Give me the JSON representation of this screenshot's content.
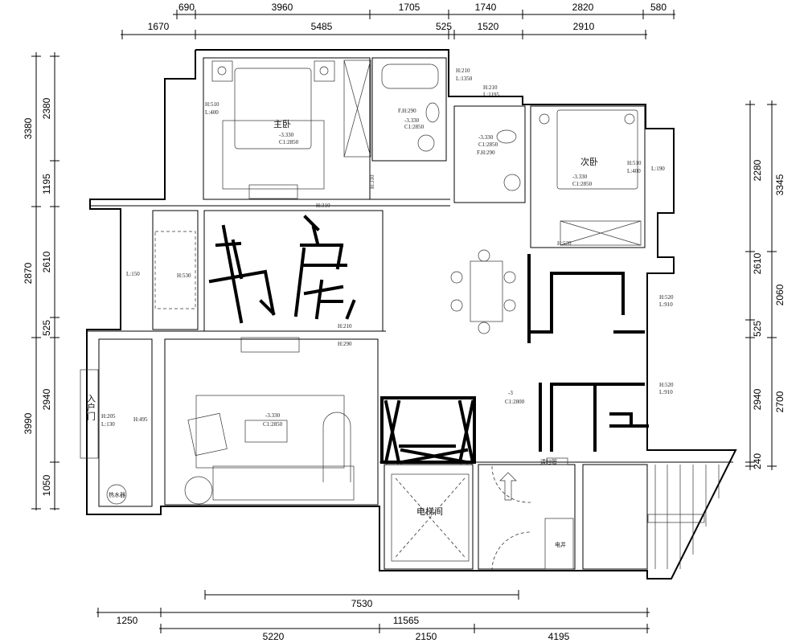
{
  "dimensions": {
    "top_outer": [
      "690",
      "3960",
      "1705",
      "1740",
      "2820",
      "580"
    ],
    "top_inner": [
      "1670",
      "5485",
      "525",
      "1520",
      "2910"
    ],
    "left_outer": [
      "3380",
      "2870",
      "3990"
    ],
    "left_inner": [
      "2380",
      "1195",
      "2610",
      "525",
      "2940",
      "1050"
    ],
    "right_inner": [
      "2280",
      "2610",
      "525",
      "2940",
      "240"
    ],
    "right_outer": [
      "3345",
      "2060",
      "2700"
    ],
    "bottom_top": "7530",
    "bottom_mid": [
      "1250",
      "11565"
    ],
    "bottom_low": [
      "5220",
      "2150",
      "4195"
    ]
  },
  "rooms": {
    "master_bedroom": "主卧",
    "second_bedroom": "次卧",
    "elevator_hall": "电梯间",
    "entry_door": "入户门",
    "water_heater": "热水器",
    "electric_shaft": "电井",
    "cleanout": "清扫管"
  },
  "annotations": {
    "master_window": [
      "H:510",
      "L:400"
    ],
    "bath_window": [
      "H:210",
      "L:1350"
    ],
    "wc_window": [
      "H:210",
      "L:1195"
    ],
    "second_window": [
      "H:510",
      "L:400"
    ],
    "second_side": "L:190",
    "master_door_h": "H:310",
    "hall_h": "H:310",
    "second_door_h": "H:520",
    "bath_fh": "F.H:290",
    "wc_fh": "F.H:290",
    "study_h": "H:210",
    "study_bottom_h": "H:290",
    "balcony_l": "L:150",
    "balcony_h": "H:530",
    "kitchen_window1": [
      "H:520",
      "L:910"
    ],
    "kitchen_window2": [
      "H:520",
      "L:910"
    ],
    "living_left": [
      "H:205",
      "L:130"
    ],
    "living_h": "H:495",
    "level_master": [
      "-3.330",
      "C1:2850"
    ],
    "level_second": [
      "-3.330",
      "C1:2850"
    ],
    "level_bath": [
      "-3.330",
      "C1:2850"
    ],
    "level_wc": [
      "-3.330",
      "C1:2850"
    ],
    "level_living": [
      "-3.330",
      "C1:2850"
    ],
    "level_dining": [
      "-3",
      "C1:2800"
    ]
  }
}
